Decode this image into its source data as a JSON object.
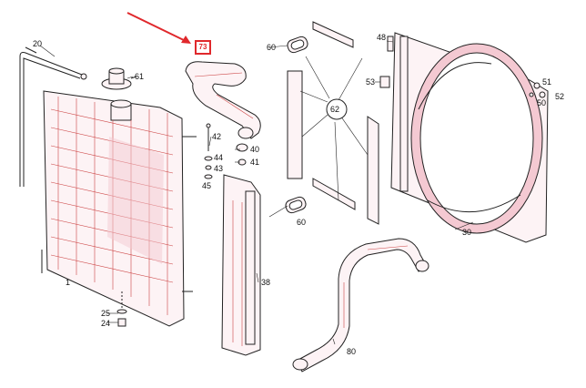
{
  "highlighted_part": "73",
  "accent_color": "#e0282c",
  "part_fill_color": "#f4c9d2",
  "callouts": {
    "p1": "1",
    "p20": "20",
    "p24": "24",
    "p25": "25",
    "p30": "30",
    "p38": "38",
    "p40": "40",
    "p41": "41",
    "p42": "42",
    "p43": "43",
    "p44": "44",
    "p45": "45",
    "p48": "48",
    "p50": "50",
    "p51": "51",
    "p52": "52",
    "p53": "53",
    "p60a": "60",
    "p60b": "60",
    "p61": "61",
    "p62": "62",
    "p80": "80"
  }
}
